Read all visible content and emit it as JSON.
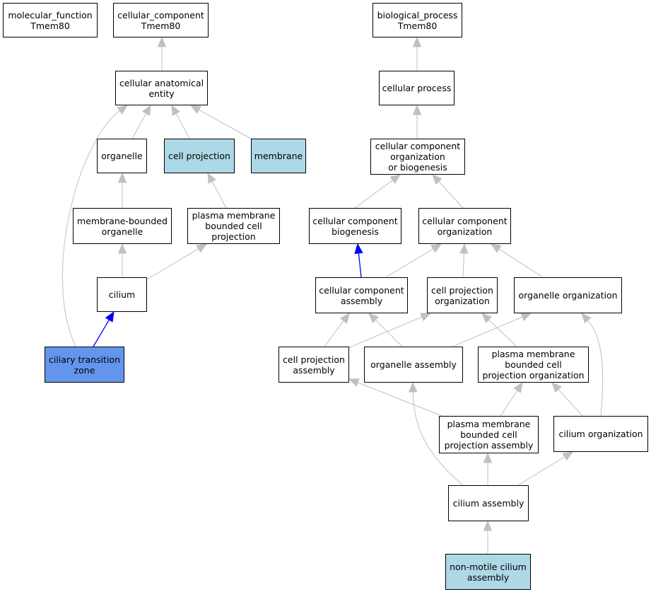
{
  "colors": {
    "default_fill": "#ffffff",
    "highlight_fill": "#add8e6",
    "focus_fill": "#6495ed",
    "edge": "#c0c0c0",
    "edge_highlight": "#0000ff"
  },
  "nodes": [
    {
      "id": "mf_root",
      "label": "molecular_function\nTmem80",
      "style": "default"
    },
    {
      "id": "cc_root",
      "label": "cellular_component\nTmem80",
      "style": "default"
    },
    {
      "id": "bp_root",
      "label": "biological_process\nTmem80",
      "style": "default"
    },
    {
      "id": "cae",
      "label": "cellular anatomical\nentity",
      "style": "default"
    },
    {
      "id": "cproc",
      "label": "cellular process",
      "style": "default"
    },
    {
      "id": "organelle",
      "label": "organelle",
      "style": "default"
    },
    {
      "id": "cellproj",
      "label": "cell projection",
      "style": "highlight"
    },
    {
      "id": "membrane",
      "label": "membrane",
      "style": "highlight"
    },
    {
      "id": "ccob",
      "label": "cellular component\norganization\nor biogenesis",
      "style": "default"
    },
    {
      "id": "mbo",
      "label": "membrane-bounded\norganelle",
      "style": "default"
    },
    {
      "id": "pmbcp",
      "label": "plasma membrane\nbounded cell\nprojection",
      "style": "default"
    },
    {
      "id": "ccb",
      "label": "cellular component\nbiogenesis",
      "style": "default"
    },
    {
      "id": "cco",
      "label": "cellular component\norganization",
      "style": "default"
    },
    {
      "id": "cilium",
      "label": "cilium",
      "style": "default"
    },
    {
      "id": "cca",
      "label": "cellular component\nassembly",
      "style": "default"
    },
    {
      "id": "cpo",
      "label": "cell projection\norganization",
      "style": "default"
    },
    {
      "id": "oo",
      "label": "organelle organization",
      "style": "default"
    },
    {
      "id": "ctz",
      "label": "ciliary transition\nzone",
      "style": "focus"
    },
    {
      "id": "cpa",
      "label": "cell projection\nassembly",
      "style": "default"
    },
    {
      "id": "oa",
      "label": "organelle assembly",
      "style": "default"
    },
    {
      "id": "pmbcpo",
      "label": "plasma membrane\nbounded cell\nprojection organization",
      "style": "default"
    },
    {
      "id": "pmbcpa",
      "label": "plasma membrane\nbounded cell\nprojection assembly",
      "style": "default"
    },
    {
      "id": "co",
      "label": "cilium organization",
      "style": "default"
    },
    {
      "id": "ca",
      "label": "cilium assembly",
      "style": "default"
    },
    {
      "id": "nmca",
      "label": "non-motile cilium\nassembly",
      "style": "highlight"
    }
  ],
  "edges": [
    {
      "from": "cae",
      "to": "cc_root",
      "highlight": false
    },
    {
      "from": "organelle",
      "to": "cae",
      "highlight": false
    },
    {
      "from": "cellproj",
      "to": "cae",
      "highlight": false
    },
    {
      "from": "membrane",
      "to": "cae",
      "highlight": false
    },
    {
      "from": "ctz",
      "to": "cae",
      "highlight": false
    },
    {
      "from": "mbo",
      "to": "organelle",
      "highlight": false
    },
    {
      "from": "pmbcp",
      "to": "cellproj",
      "highlight": false
    },
    {
      "from": "cilium",
      "to": "mbo",
      "highlight": false
    },
    {
      "from": "cilium",
      "to": "pmbcp",
      "highlight": false
    },
    {
      "from": "ctz",
      "to": "cilium",
      "highlight": true
    },
    {
      "from": "cproc",
      "to": "bp_root",
      "highlight": false
    },
    {
      "from": "ccob",
      "to": "cproc",
      "highlight": false
    },
    {
      "from": "ccb",
      "to": "ccob",
      "highlight": false
    },
    {
      "from": "cco",
      "to": "ccob",
      "highlight": false
    },
    {
      "from": "cca",
      "to": "ccb",
      "highlight": true
    },
    {
      "from": "cca",
      "to": "cco",
      "highlight": false
    },
    {
      "from": "cpo",
      "to": "cco",
      "highlight": false
    },
    {
      "from": "oo",
      "to": "cco",
      "highlight": false
    },
    {
      "from": "cpa",
      "to": "cca",
      "highlight": false
    },
    {
      "from": "oa",
      "to": "cca",
      "highlight": false
    },
    {
      "from": "cpa",
      "to": "cpo",
      "highlight": false
    },
    {
      "from": "oa",
      "to": "oo",
      "highlight": false
    },
    {
      "from": "pmbcpo",
      "to": "cpo",
      "highlight": false
    },
    {
      "from": "co",
      "to": "oo",
      "highlight": false
    },
    {
      "from": "pmbcpa",
      "to": "cpa",
      "highlight": false
    },
    {
      "from": "pmbcpa",
      "to": "pmbcpo",
      "highlight": false
    },
    {
      "from": "co",
      "to": "pmbcpo",
      "highlight": false
    },
    {
      "from": "ca",
      "to": "oa",
      "highlight": false
    },
    {
      "from": "ca",
      "to": "pmbcpa",
      "highlight": false
    },
    {
      "from": "ca",
      "to": "co",
      "highlight": false
    },
    {
      "from": "nmca",
      "to": "ca",
      "highlight": false
    }
  ]
}
